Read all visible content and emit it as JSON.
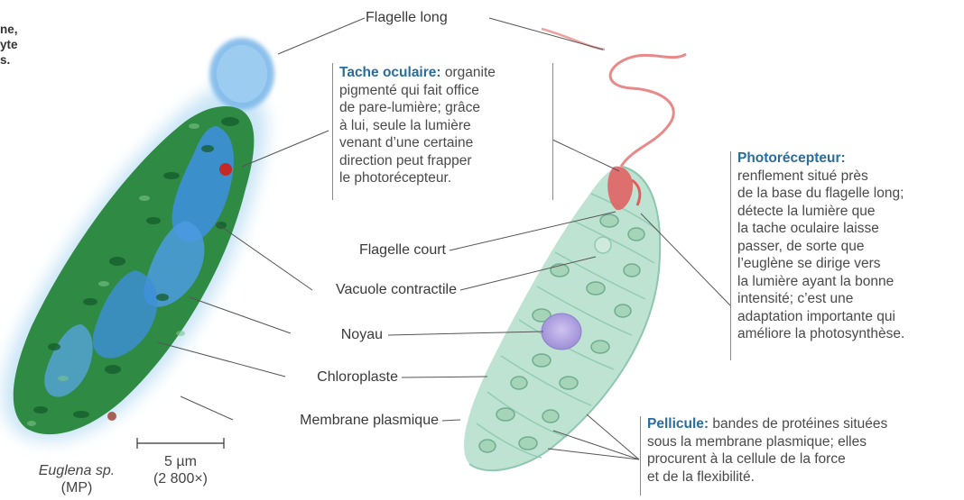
{
  "corner_text": [
    "ne,",
    "yte",
    "s."
  ],
  "labels": {
    "flagelle_long": "Flagelle long",
    "flagelle_court": "Flagelle court",
    "vacuole": "Vacuole contractile",
    "noyau": "Noyau",
    "chloroplaste": "Chloroplaste",
    "membrane": "Membrane plasmique"
  },
  "tache": {
    "term": "Tache oculaire:",
    "first_rest": " organite",
    "lines": [
      "pigmenté qui fait office",
      "de pare-lumière; grâce",
      "à lui, seule la lumière",
      "venant d’une certaine",
      "direction peut frapper",
      "le photorécepteur."
    ]
  },
  "photo": {
    "term": "Photorécepteur:",
    "lines": [
      "renflement situé près",
      "de la base du flagelle long;",
      "détecte la lumière que",
      "la tache oculaire laisse",
      "passer, de sorte que",
      "l’euglène se dirige vers",
      "la lumière ayant la bonne",
      "intensité; c’est une",
      "adaptation importante qui",
      "améliore la photosynthèse."
    ]
  },
  "pellicule": {
    "term": "Pellicule:",
    "first_rest": " bandes de protéines situées",
    "lines": [
      "sous la membrane plasmique; elles",
      "procurent à la cellule de la force",
      "et de la flexibilité."
    ]
  },
  "caption": {
    "species": "Euglena sp.",
    "method": "(MP)"
  },
  "scale": {
    "length": "5 µm",
    "magnification": "(2 800×)"
  },
  "colors": {
    "term": "#2a6d9c",
    "cell_green": "#2f8a43",
    "cell_blue": "#3d8fd9",
    "drawing_green": "#a9d9c4",
    "flagellum": "#e88a8a",
    "nucleus": "#b7a7e0"
  }
}
